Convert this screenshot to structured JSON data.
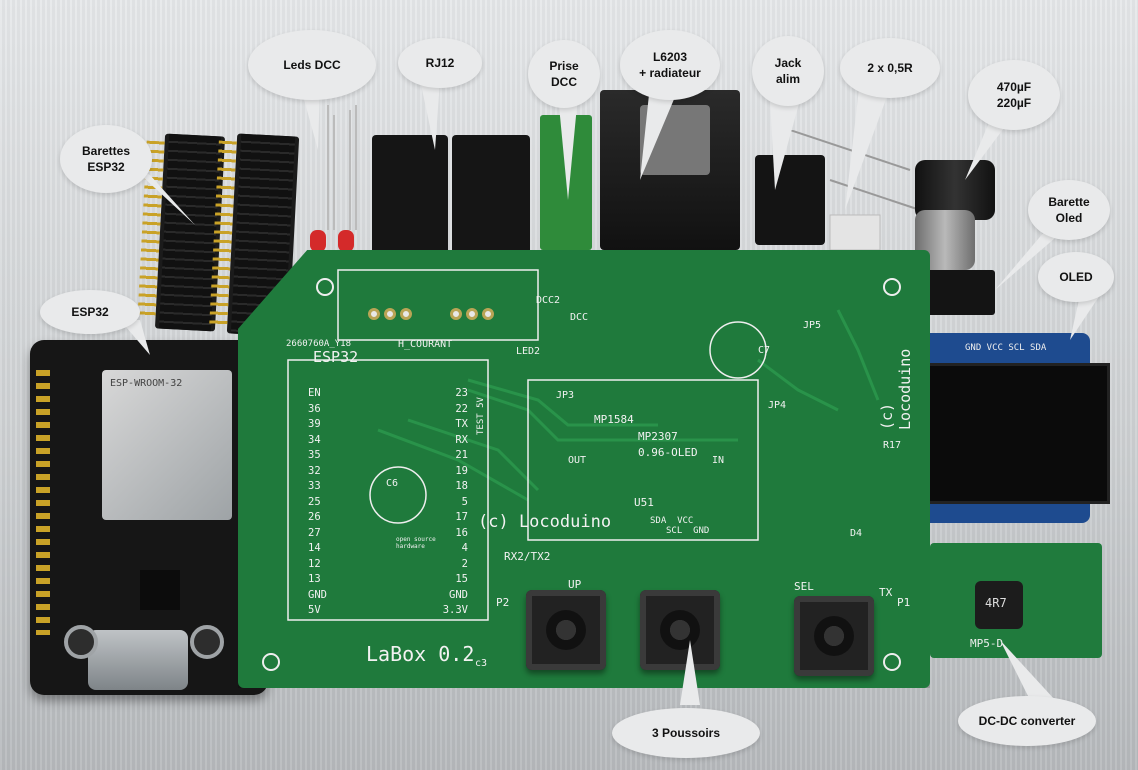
{
  "labels": {
    "leds_dcc": "Leds DCC",
    "rj12": "RJ12",
    "prise_dcc_1": "Prise",
    "prise_dcc_2": "DCC",
    "l6203_1": "L6203",
    "l6203_2": "+ radiateur",
    "jack_1": "Jack",
    "jack_2": "alim",
    "resistors": "2 x 0,5R",
    "caps_1": "470µF",
    "caps_2": "220µF",
    "barettes_esp32_1": "Barettes",
    "barettes_esp32_2": "ESP32",
    "barette_oled_1": "Barette",
    "barette_oled_2": "Oled",
    "oled": "OLED",
    "esp32": "ESP32",
    "poussoirs": "3 Poussoirs",
    "dcdc": "DC-DC converter"
  },
  "pcb": {
    "title": "LaBox 0.2",
    "rev": "c3",
    "copyright": "(c) Locoduino",
    "copyright_vertical": "(c) Locoduino",
    "esp32_silk": "ESP32",
    "serial": "2660760A_Y18",
    "h_courant": "H_COURANT",
    "mp1584": "MP1584",
    "mp2307": "MP2307",
    "oled_silk": "0.96-OLED",
    "u51": "U51",
    "pins_left": [
      "EN",
      "36",
      "39",
      "34",
      "35",
      "32",
      "33",
      "25",
      "26",
      "27",
      "14",
      "12",
      "13",
      "GND",
      "5V"
    ],
    "pins_right": [
      "23",
      "22",
      "TX",
      "RX",
      "21",
      "19",
      "18",
      "5",
      "17",
      "16",
      "4",
      "2",
      "15",
      "GND",
      "3.3V"
    ],
    "rx2tx2": "RX2/TX2",
    "up": "UP",
    "sel": "SEL",
    "tx": "TX",
    "p1": "P1",
    "p2": "P2",
    "sda_row": "SDA  VCC",
    "scl_row": "SCL  GND",
    "dcc": "DCC",
    "dcc2": "DCC2",
    "led2": "LED2",
    "c6": "C6",
    "c7": "C7",
    "jp4": "JP4",
    "jp5": "JP5",
    "jp3": "JP3",
    "r17": "R17",
    "d4": "D4",
    "test5v": "TEST 5V",
    "out": "OUT",
    "in": "IN",
    "open_source": "open source hardware"
  },
  "parts": {
    "esp32_module": "ESP-WROOM-32",
    "oled_pins": "GND VCC SCL SDA",
    "inductor": "4R7",
    "dcdc_mark": "MP5-D"
  }
}
